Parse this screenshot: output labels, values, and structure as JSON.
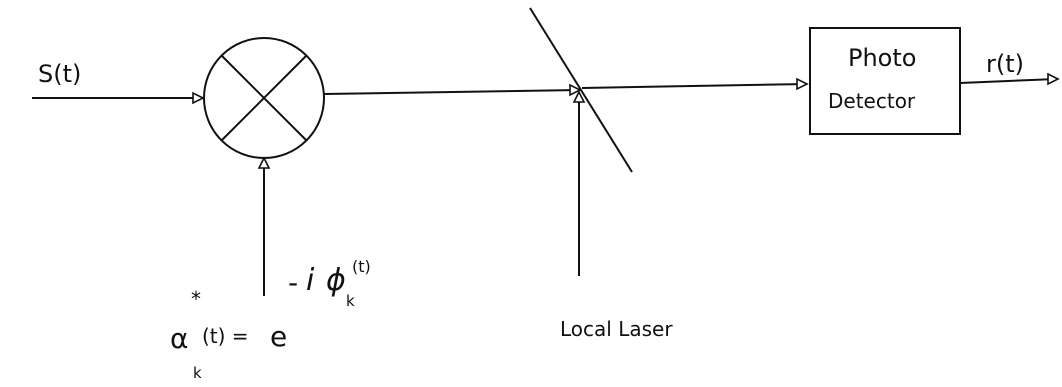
{
  "labels": {
    "input_signal": "S(t)",
    "output_signal": "r(t)",
    "detector_line1": "Photo",
    "detector_line2": "Detector",
    "local_laser": "Local Laser",
    "alpha": "α",
    "alpha_star": "*",
    "alpha_sub_k": "k",
    "alpha_arg": "(t) =",
    "exp_base": "e",
    "exp_minus": "-",
    "exp_i": "i",
    "exp_phi": "ϕ",
    "exp_phi_sub": "k",
    "exp_phi_arg": "(t)"
  }
}
